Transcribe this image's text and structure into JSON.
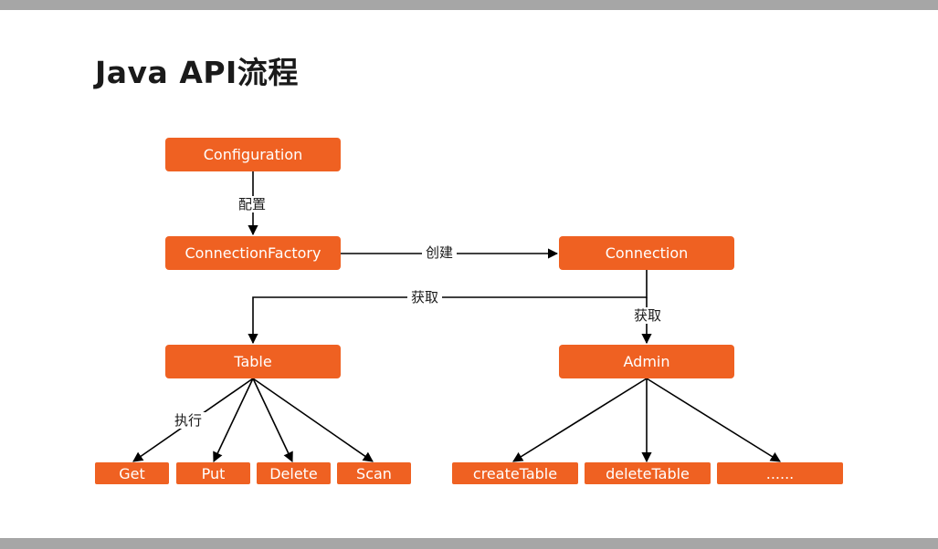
{
  "title": "Java API流程",
  "colors": {
    "node": "#ef6122",
    "node_text": "#ffffff",
    "edge": "#000000",
    "bars": "#a6a6a6"
  },
  "nodes": {
    "configuration": "Configuration",
    "connection_factory": "ConnectionFactory",
    "connection": "Connection",
    "table": "Table",
    "admin": "Admin",
    "get": "Get",
    "put": "Put",
    "delete": "Delete",
    "scan": "Scan",
    "create_table": "createTable",
    "delete_table": "deleteTable",
    "more": "......"
  },
  "edge_labels": {
    "config": "配置",
    "create": "创建",
    "get_table": "获取",
    "get_admin": "获取",
    "execute": "执行"
  }
}
